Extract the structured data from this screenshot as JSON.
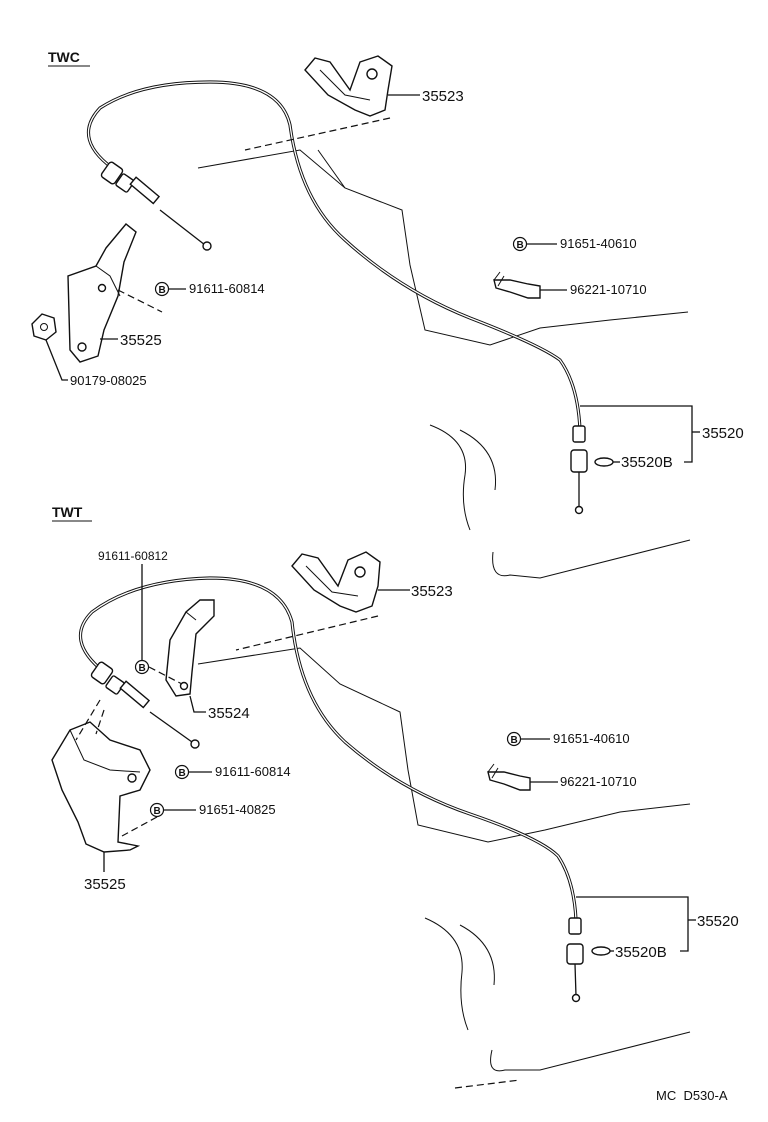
{
  "sections": {
    "top": {
      "title": "TWC",
      "labels": {
        "bracket_upper": "35523",
        "bracket_lower": "35525",
        "bolt": "91611-60814",
        "nut": "90179-08025",
        "clip_bolt": "91651-40610",
        "clamp": "96221-10710",
        "cable_assy": "35520",
        "cable_part": "35520B"
      },
      "badges": {
        "bolt": "B",
        "clip_bolt": "B"
      }
    },
    "bottom": {
      "title": "TWT",
      "labels": {
        "bolt_top": "91611-60812",
        "bracket_upper": "35523",
        "bracket_mid": "35524",
        "bolt_mid": "91611-60814",
        "bolt_low": "91651-40825",
        "bracket_lower": "35525",
        "clip_bolt": "91651-40610",
        "clamp": "96221-10710",
        "cable_assy": "35520",
        "cable_part": "35520B"
      },
      "badges": {
        "bolt_top": "B",
        "bolt_mid": "B",
        "bolt_low": "B",
        "clip_bolt": "B"
      }
    }
  },
  "footer": {
    "code": "MC  D530-A"
  }
}
